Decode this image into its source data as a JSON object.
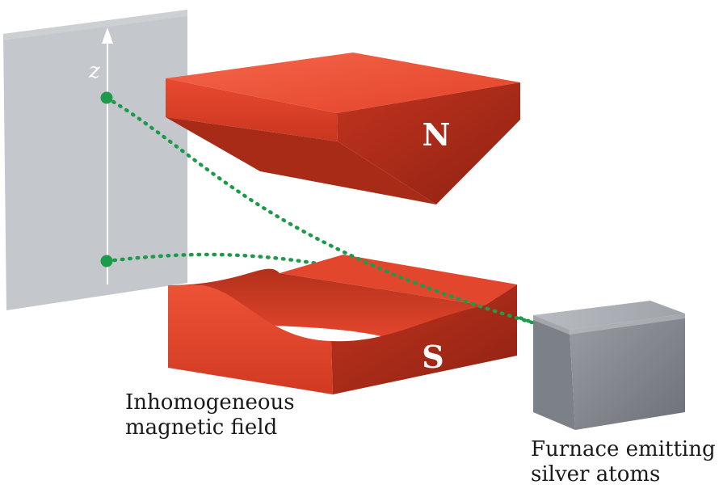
{
  "diagram": {
    "axis_label": "z",
    "north_pole_label": "N",
    "south_pole_label": "S",
    "field_label_line1": "Inhomogeneous",
    "field_label_line2": "magnetic field",
    "furnace_label_line1": "Furnace emitting",
    "furnace_label_line2": "silver atoms"
  },
  "colors": {
    "magnet_light": "#f0553a",
    "magnet_dark": "#b02a19",
    "beam": "#1e9a4b",
    "screen": "#c5c8cc",
    "furnace": "#8a8d93"
  }
}
